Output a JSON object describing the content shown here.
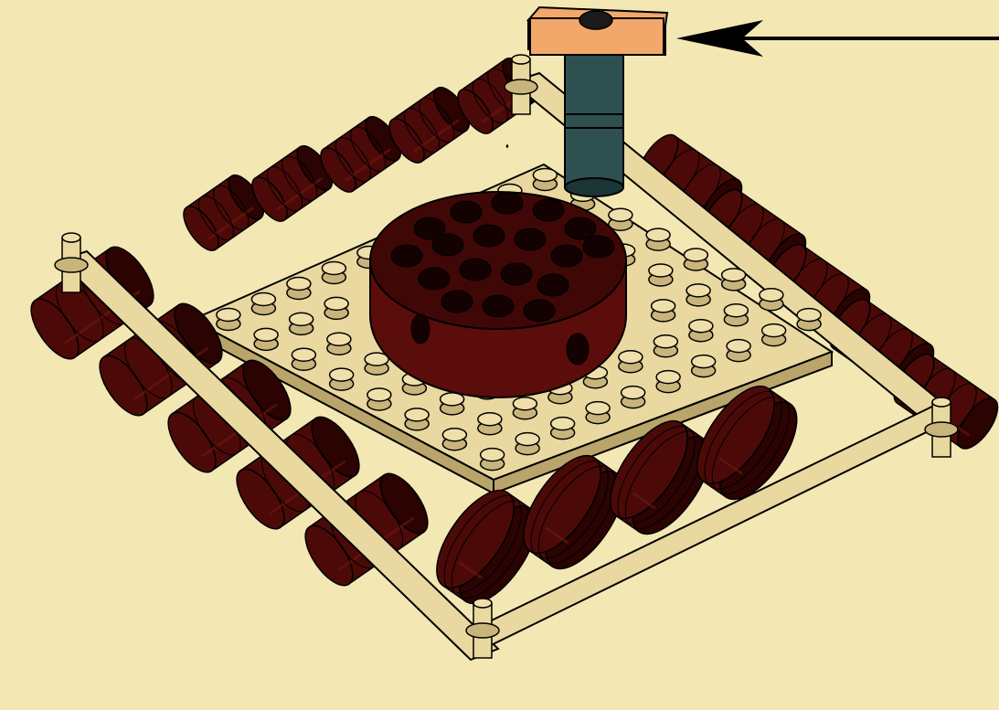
{
  "diagram": {
    "colors": {
      "background": "#F3E7B4",
      "plate": "#E9D9A0",
      "plate_shadow": "#B9A46A",
      "stud_top": "#EFDFAB",
      "stud_side": "#C9B47C",
      "roller": "#4B0A08",
      "roller_dark": "#2A0302",
      "roller_highlight": "#6E1712",
      "turntable": "#5A0D0B",
      "turntable_top": "#3F0806",
      "hole": "#140101",
      "axle": "#2E5050",
      "axle_dark": "#1A3535",
      "tile": "#F2A86A",
      "tile_edge": "#B9744A",
      "outline": "#000000",
      "arrow": "#000000"
    },
    "parts": [
      {
        "name": "highlighted-tile",
        "color": "#F2A86A"
      },
      {
        "name": "axle",
        "color": "#2E5050"
      },
      {
        "name": "turntable",
        "color": "#5A0D0B"
      },
      {
        "name": "base-plate",
        "color": "#E9D9A0"
      },
      {
        "name": "rollers",
        "color": "#4B0A08"
      },
      {
        "name": "side-rails",
        "color": "#E9D9A0"
      }
    ],
    "callout_arrow": {
      "points_to": "highlighted-tile"
    }
  }
}
